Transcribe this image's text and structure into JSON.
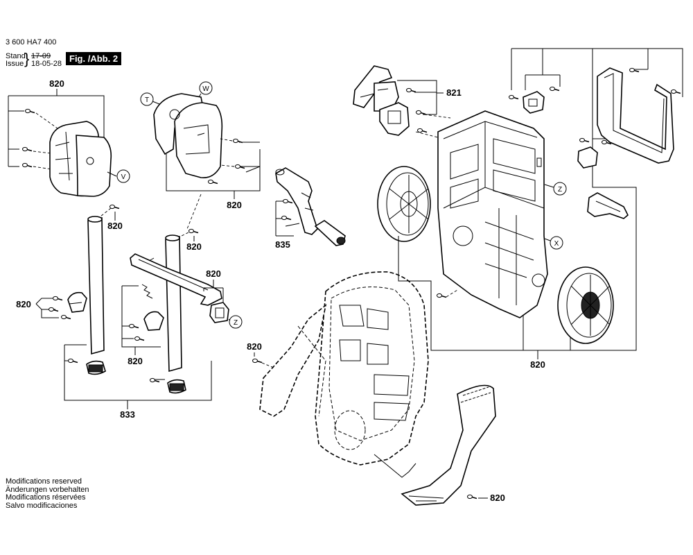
{
  "header": {
    "part_number": "3 600 HA7 400",
    "stand_label": "Stand",
    "issue_label": "Issue",
    "stand_date": "17-09",
    "issue_date": "18-05-28",
    "figure": "Fig. /Abb. 2"
  },
  "footer_notes": [
    "Modifications reserved",
    "Änderungen vorbehalten",
    "Modifications réservées",
    "Salvo modificaciones"
  ],
  "callouts": {
    "c820_top_left": "820",
    "c820_upper_mid": "820",
    "c820_tube_left": "820",
    "c820_tube_right": "820",
    "c820_clip_left": "820",
    "c820_mid_group": "820",
    "c820_mid_lower": "820",
    "c820_cable_clip": "820",
    "c820_frame": "820",
    "c820_bottom": "820",
    "c820_hose_left": "820",
    "c821": "821",
    "c833": "833",
    "c835": "835"
  },
  "markers": {
    "t": "T",
    "w": "W",
    "v": "V",
    "z_mid": "Z",
    "z_frame": "Z",
    "x_frame": "X"
  }
}
